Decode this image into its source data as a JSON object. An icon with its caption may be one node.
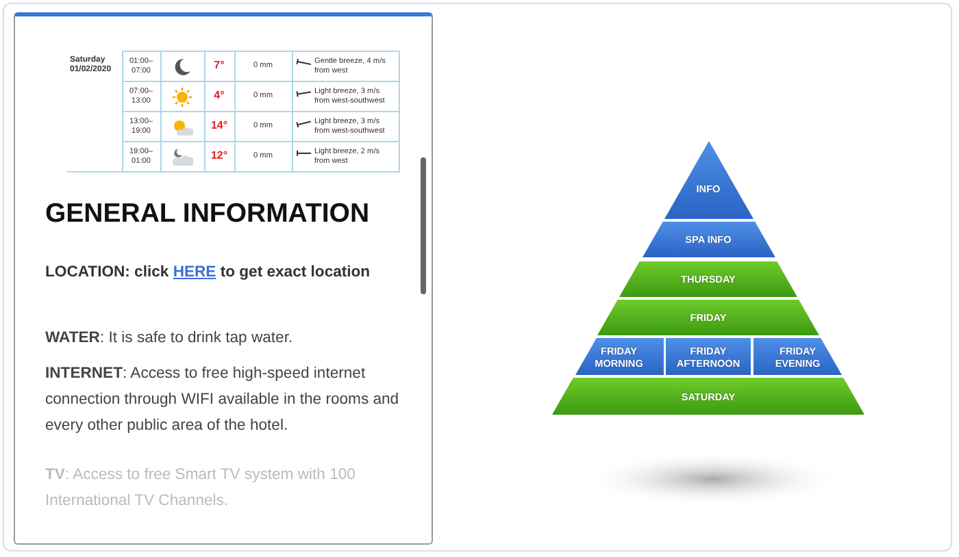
{
  "diagram": {
    "nodes": [
      {
        "text": [
          "INFO"
        ]
      },
      {
        "text": [
          "SPA INFO"
        ]
      },
      {
        "text": [
          "THURSDAY"
        ]
      },
      {
        "text": [
          "FRIDAY"
        ]
      },
      {
        "text": [
          "FRIDAY MORNING"
        ]
      },
      {
        "text": [
          "FRIDAY AFTERNOON"
        ]
      },
      {
        "text": [
          "FRIDAY EVENING"
        ]
      },
      {
        "text": [
          "SATURDAY"
        ]
      }
    ],
    "labels": [
      "Saturday 01/02/2020",
      "01:00– 07:00",
      "7°",
      "0 mm",
      "Gentle breeze, 4 m/s from west",
      "07:00– 13:00",
      "4°",
      "0 mm",
      "Light breeze, 3 m/s from west-southwest",
      "13:00– 19:00",
      "14°",
      "0 mm",
      "Light breeze, 3 m/s from west-southwest",
      "19:00– 01:00",
      "12°",
      "0 mm",
      "Light breeze, 2 m/s from west",
      "GENERAL INFORMATION",
      "LOCATION: click",
      "HERE",
      "to get exact location",
      "**WATER**: It is safe to drink tap water.",
      "**INTERNET**: Access to free high-speed internet connection through WIFI available in the rooms and every other public area of the hotel.",
      "**TV**: Access to free Smart TV system with 100 International TV Channels."
    ]
  }
}
